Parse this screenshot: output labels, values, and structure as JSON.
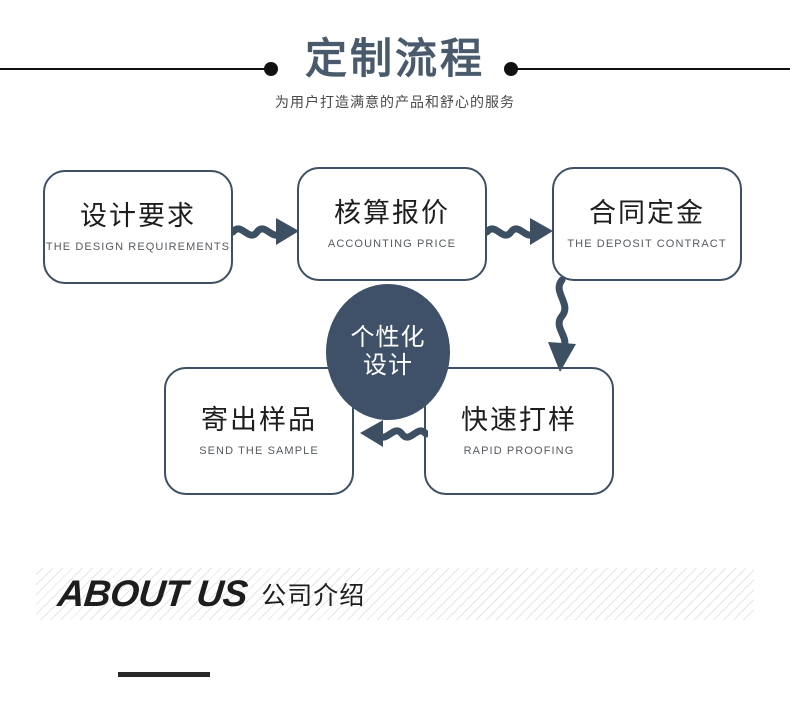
{
  "header": {
    "title": "定制流程",
    "subtitle": "为用户打造满意的产品和舒心的服务",
    "title_color": "#4a5a6d",
    "rule_color": "#111111",
    "dot_left_name": "header-dot-left",
    "dot_right_name": "header-dot-right"
  },
  "flow": {
    "accent_color": "#3d4f63",
    "badge_color": "#3f5168",
    "badge": {
      "line1": "个性化",
      "line2": "设计"
    },
    "steps": [
      {
        "cn": "设计要求",
        "en": "THE DESIGN REQUIREMENTS"
      },
      {
        "cn": "核算报价",
        "en": "ACCOUNTING PRICE"
      },
      {
        "cn": "合同定金",
        "en": "THE DEPOSIT CONTRACT"
      },
      {
        "cn": "寄出样品",
        "en": "SEND THE SAMPLE"
      },
      {
        "cn": "快速打样",
        "en": "RAPID PROOFING"
      }
    ],
    "arrows": [
      {
        "name": "wavy-arrow-right-1",
        "direction": "right"
      },
      {
        "name": "wavy-arrow-right-2",
        "direction": "right"
      },
      {
        "name": "wavy-arrow-down",
        "direction": "down"
      },
      {
        "name": "wavy-arrow-left",
        "direction": "left"
      }
    ]
  },
  "about": {
    "en": "ABOUT US",
    "cn": "公司介绍",
    "stripe_color": "#e4e5e7",
    "bar_color": "#272727"
  }
}
